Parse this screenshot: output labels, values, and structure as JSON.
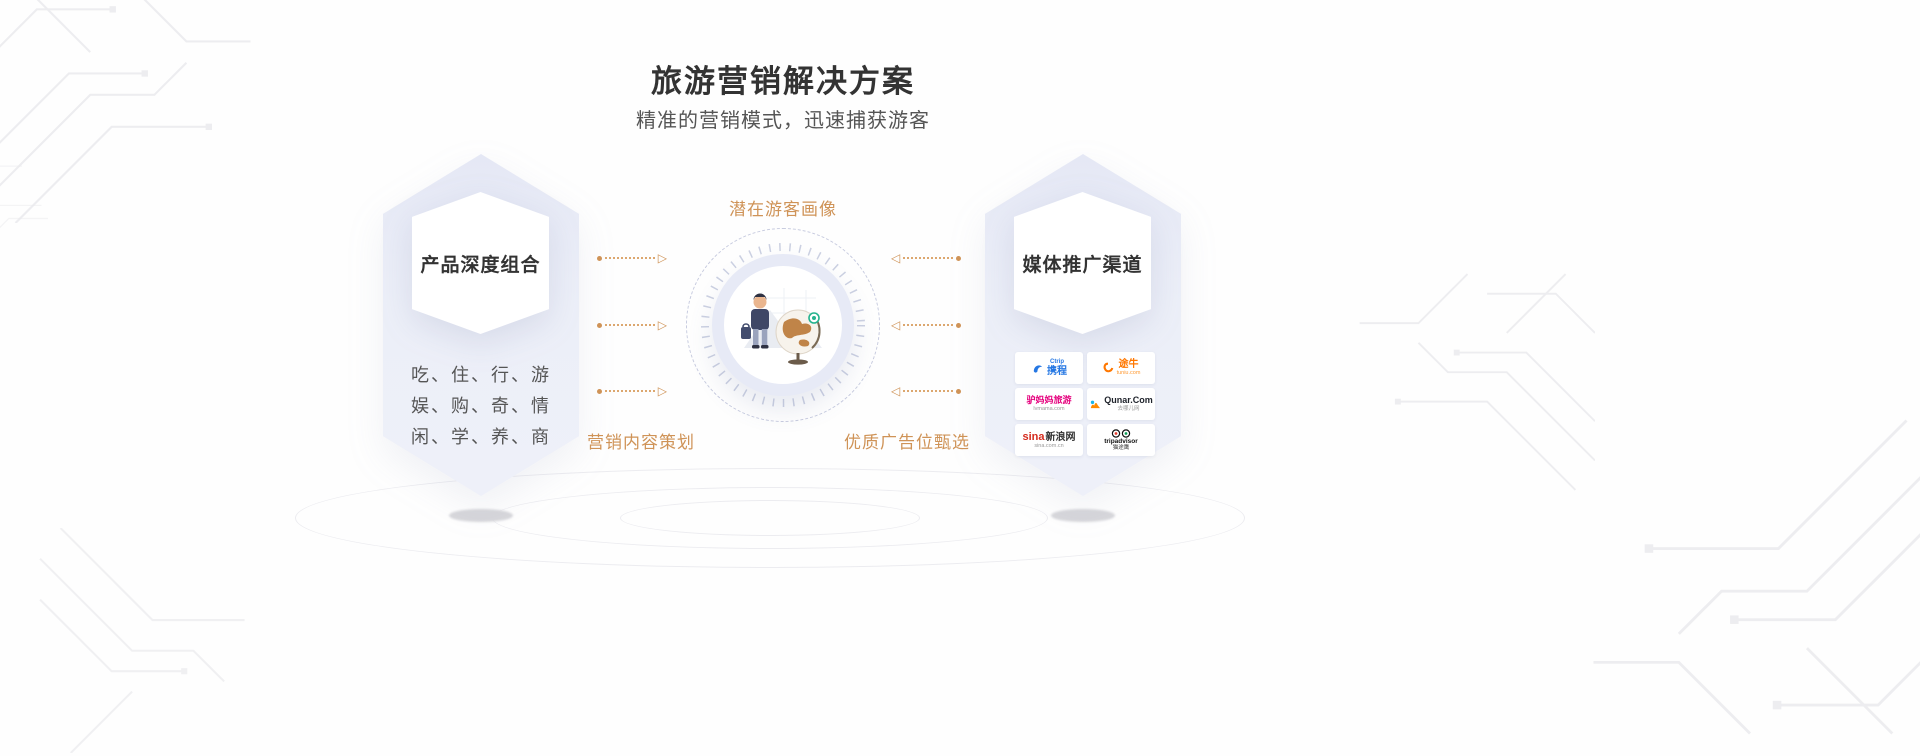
{
  "header": {
    "title": "旅游营销解决方案",
    "subtitle": "精准的营销模式，迅速捕获游客"
  },
  "left_card": {
    "title": "产品深度组合",
    "lines": [
      "吃、住、行、游",
      "娱、购、奇、情",
      "闲、学、养、商"
    ]
  },
  "center": {
    "top_label": "潜在游客画像",
    "bottom_left_label": "营销内容策划",
    "bottom_right_label": "优质广告位甄选"
  },
  "right_card": {
    "title": "媒体推广渠道",
    "logos": [
      {
        "name": "ctrip",
        "brand": "Ctrip",
        "main": "携程",
        "color": "#2577e3"
      },
      {
        "name": "tuniu",
        "main": "途牛",
        "sub": "tuniu.com",
        "color": "#ff7700"
      },
      {
        "name": "lvmama",
        "main": "驴妈妈旅游",
        "sub": "lvmama.com",
        "color": "#e5007d"
      },
      {
        "name": "qunar",
        "main": "Qunar.Com",
        "sub": "去哪儿网",
        "color": "#ff8a00"
      },
      {
        "name": "sina",
        "brand": "sina",
        "main": "新浪网",
        "sub": "sina.com.cn",
        "color": "#d52b1e"
      },
      {
        "name": "tripadvisor",
        "main": "tripadvisor",
        "sub": "猫途鹰",
        "color": "#00aa6c"
      }
    ]
  },
  "colors": {
    "accent_orange": "#cf9357",
    "hexagon_fill": "#eaedf7",
    "title_color": "#333333"
  }
}
